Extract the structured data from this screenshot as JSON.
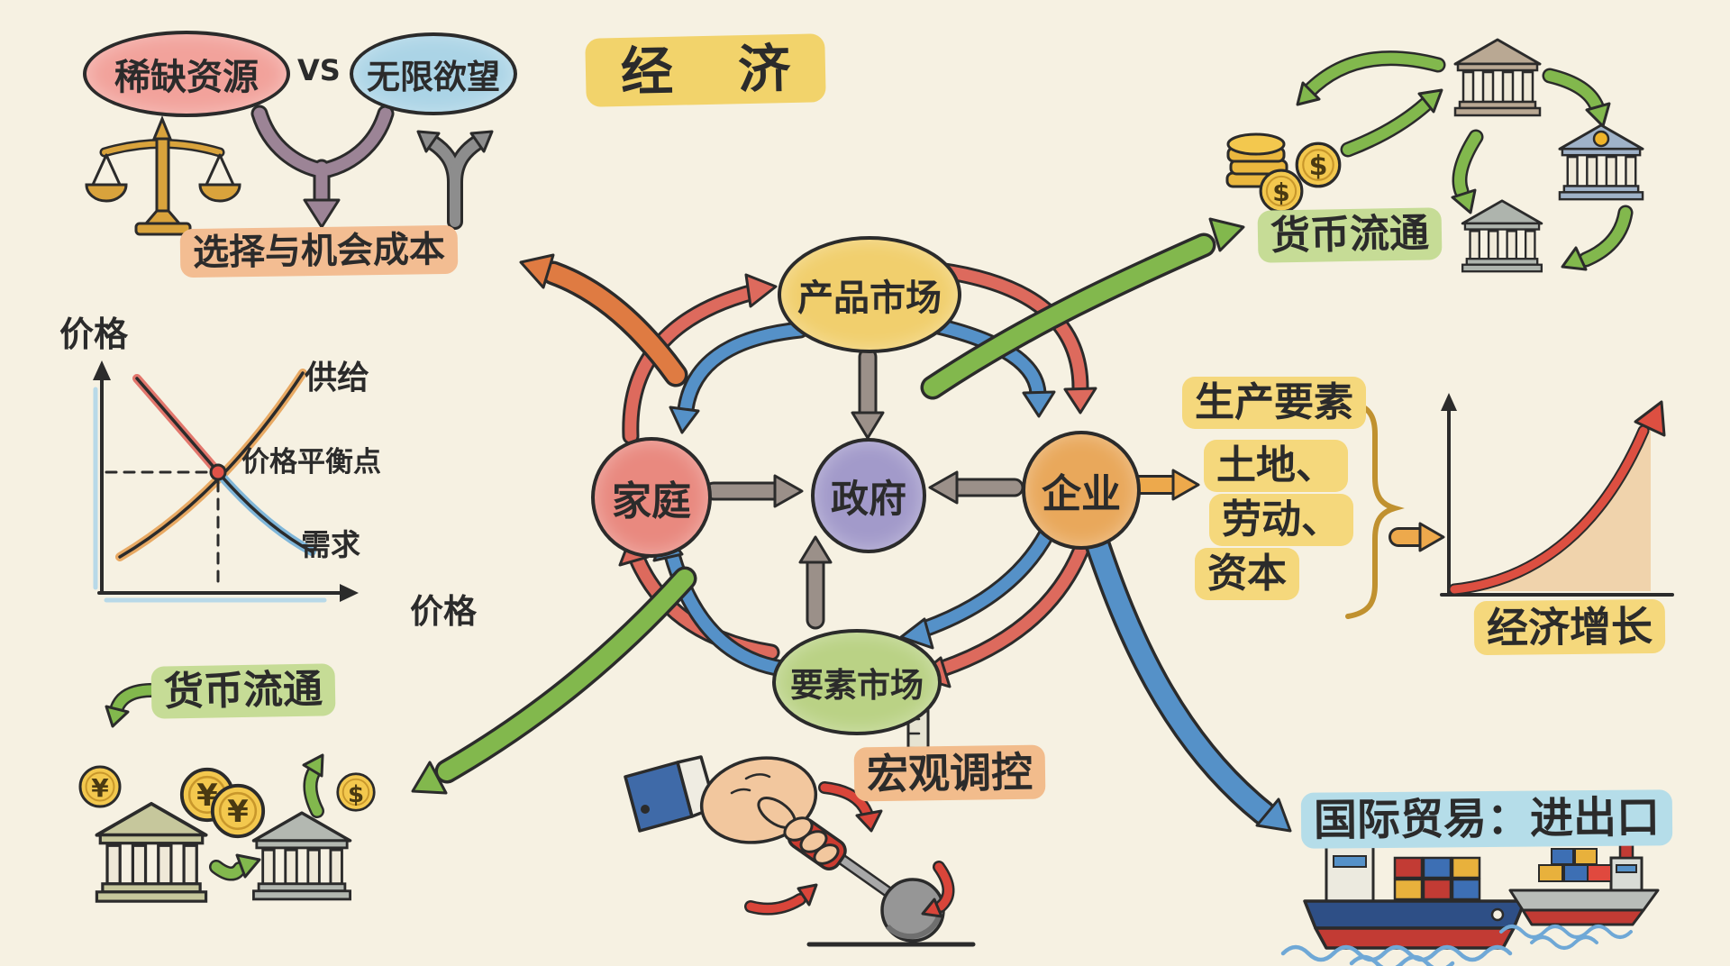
{
  "title": "经 济",
  "scarcity": {
    "scarce": "稀缺资源",
    "vs": "VS",
    "wants": "无限欲望",
    "choice": "选择与机会成本"
  },
  "supply_demand_chart": {
    "type": "line",
    "y_label": "价格",
    "x_label": "价格",
    "supply_label": "供给",
    "demand_label": "需求",
    "equilibrium_label": "价格平衡点",
    "curves": [
      {
        "name": "供给",
        "direction": "rising"
      },
      {
        "name": "需求",
        "direction": "falling"
      }
    ]
  },
  "flow": {
    "product_market": "产品市场",
    "household": "家庭",
    "government": "政府",
    "enterprise": "企业",
    "factor_market": "要素市场"
  },
  "money_top": {
    "label": "货币流通",
    "dollar": "$"
  },
  "factors": {
    "heading": "生产要素",
    "land": "土地、",
    "labor": "劳动、",
    "capital": "资本"
  },
  "growth": {
    "label": "经济增长",
    "type": "line",
    "curve": "exponential-rising"
  },
  "money_bottom": {
    "label": "货币流通",
    "yuan": "¥",
    "dollar": "$"
  },
  "macro": {
    "label": "宏观调控"
  },
  "trade": {
    "label": "国际贸易：进出口"
  },
  "colors": {
    "background": "#f6f1e2",
    "ink": "#2b2b2b",
    "red_arrow": "#dd6a5d",
    "blue_arrow": "#5591c8",
    "green_arrow": "#82b84d",
    "gray_arrow": "#9b9089",
    "orange_arrow": "#df7b42",
    "purple_arrow": "#9c8496",
    "product_market_fill": "#f1cf6d",
    "household_fill": "#e9897f",
    "government_fill": "#a29aca",
    "enterprise_fill": "#e9a85b",
    "factor_market_fill": "#bad285",
    "scarce_fill": "#f2a29b",
    "wants_fill": "#abd4e6",
    "title_highlight": "#f2d36b",
    "choice_highlight": "#f3bd92",
    "yellow_highlight": "#f5d87c",
    "green_highlight": "#c6dc96",
    "blue_highlight": "#b5dde9",
    "orange_highlight": "#f2bc8c",
    "coin_gold": "#f3c84e"
  }
}
